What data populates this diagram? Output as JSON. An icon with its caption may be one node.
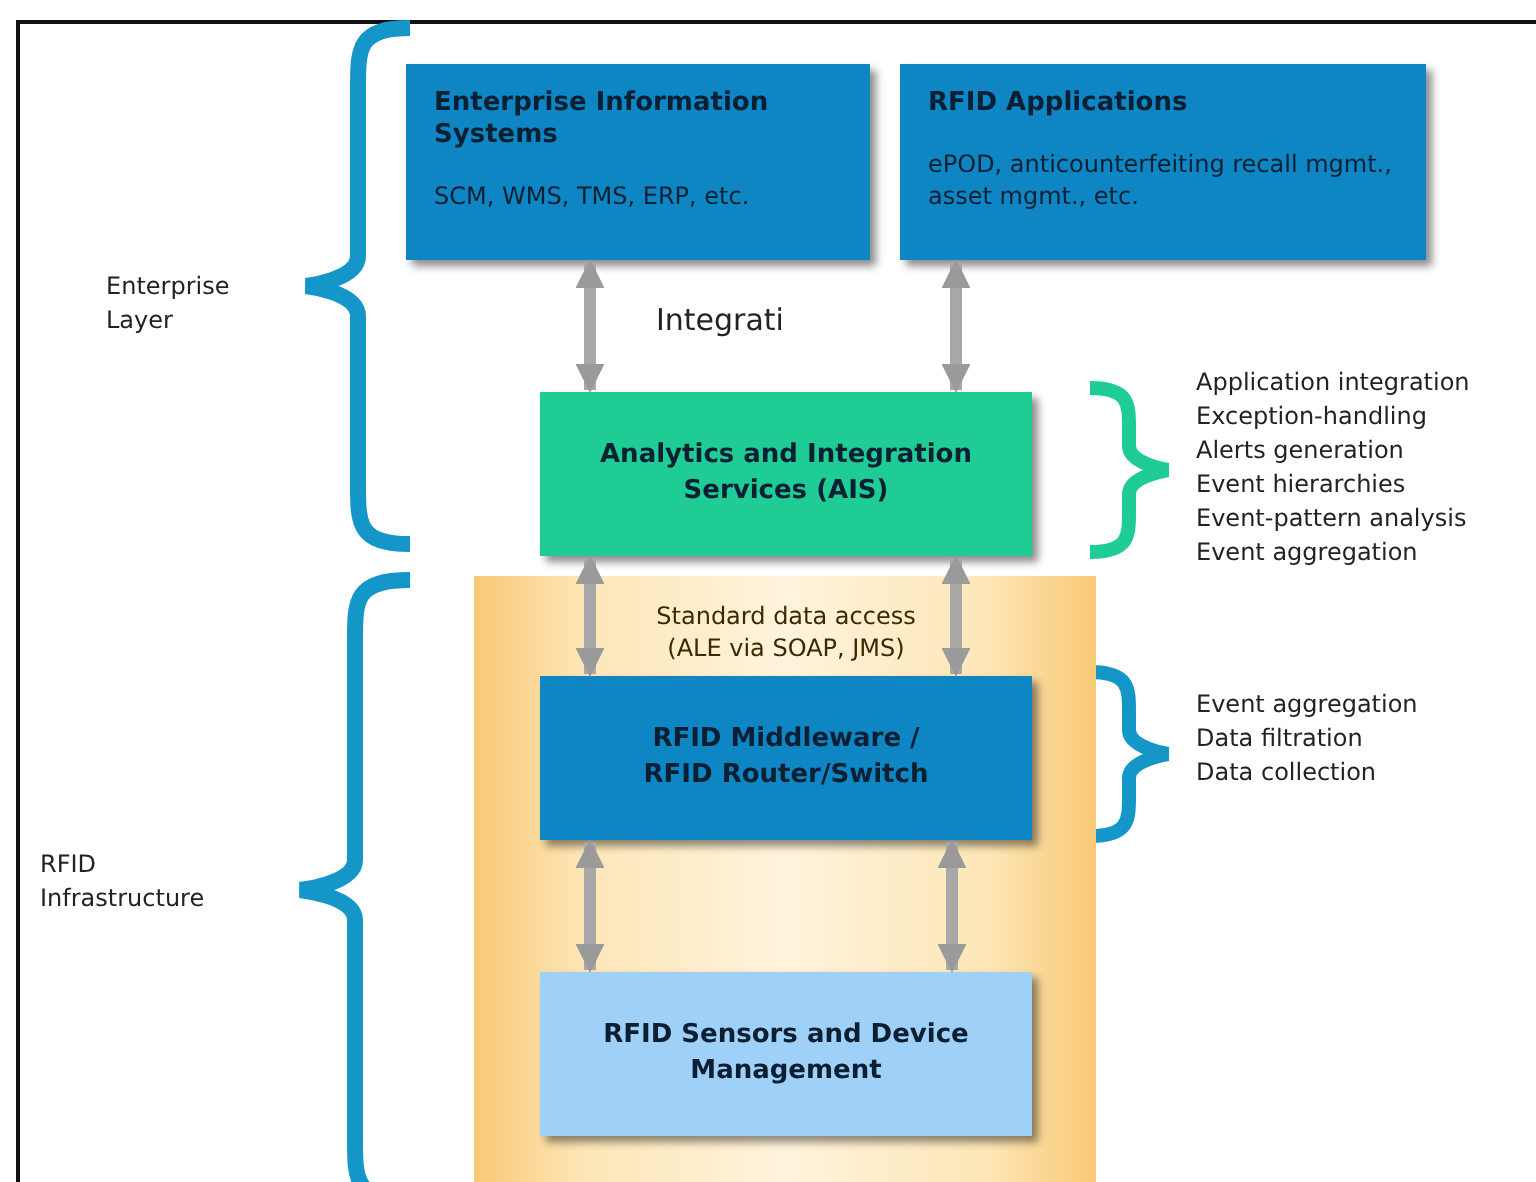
{
  "diagram": {
    "nodes": [
      {
        "text": [
          "Enterprise Information Systems",
          "SCM, WMS, TMS, ERP, etc."
        ]
      },
      {
        "text": [
          "RFID Applications",
          "ePOD, anticounterfeiting recall mgmt., asset mgmt., etc."
        ]
      },
      {
        "text": [
          "Analytics and Integration Services (AIS)"
        ]
      },
      {
        "text": [
          "Standard data access (ALE via SOAP, JMS)"
        ]
      },
      {
        "text": [
          "RFID Middleware / RFID Router/Switch"
        ],
        "in": 3
      },
      {
        "text": [
          "RFID Sensors and Device Management"
        ],
        "in": 3
      }
    ],
    "edges": [
      {
        "from": 0,
        "to": 2,
        "arrow": "both"
      },
      {
        "from": 1,
        "to": 2,
        "arrow": "both"
      },
      {
        "from": 2,
        "to": 4,
        "arrow": "both"
      },
      {
        "from": 2,
        "to": 4,
        "arrow": "both"
      },
      {
        "from": 4,
        "to": 5,
        "arrow": "both"
      },
      {
        "from": 4,
        "to": 5,
        "arrow": "both"
      }
    ],
    "labels": [
      "Enterprise Layer",
      "Integrati",
      "Application integration",
      "Exception-handling",
      "Alerts generation",
      "Event hierarchies",
      "Event-pattern analysis",
      "Event aggregation",
      "Event aggregation",
      "Data filtration",
      "Data collection",
      "RFID Infrastructure"
    ]
  }
}
